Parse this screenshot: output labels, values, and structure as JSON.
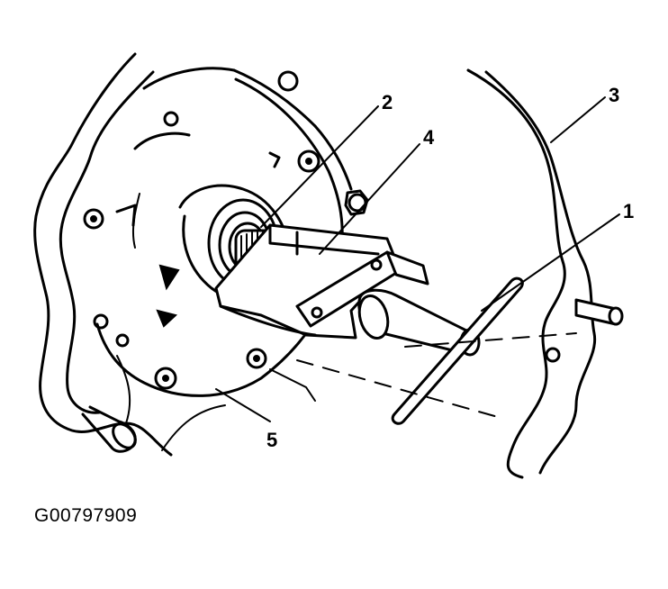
{
  "figure": {
    "id_text": "G00797909"
  },
  "callouts": [
    {
      "key": "c1",
      "label": "1"
    },
    {
      "key": "c2",
      "label": "2"
    },
    {
      "key": "c3",
      "label": "3"
    },
    {
      "key": "c4",
      "label": "4"
    },
    {
      "key": "c5",
      "label": "5"
    }
  ]
}
